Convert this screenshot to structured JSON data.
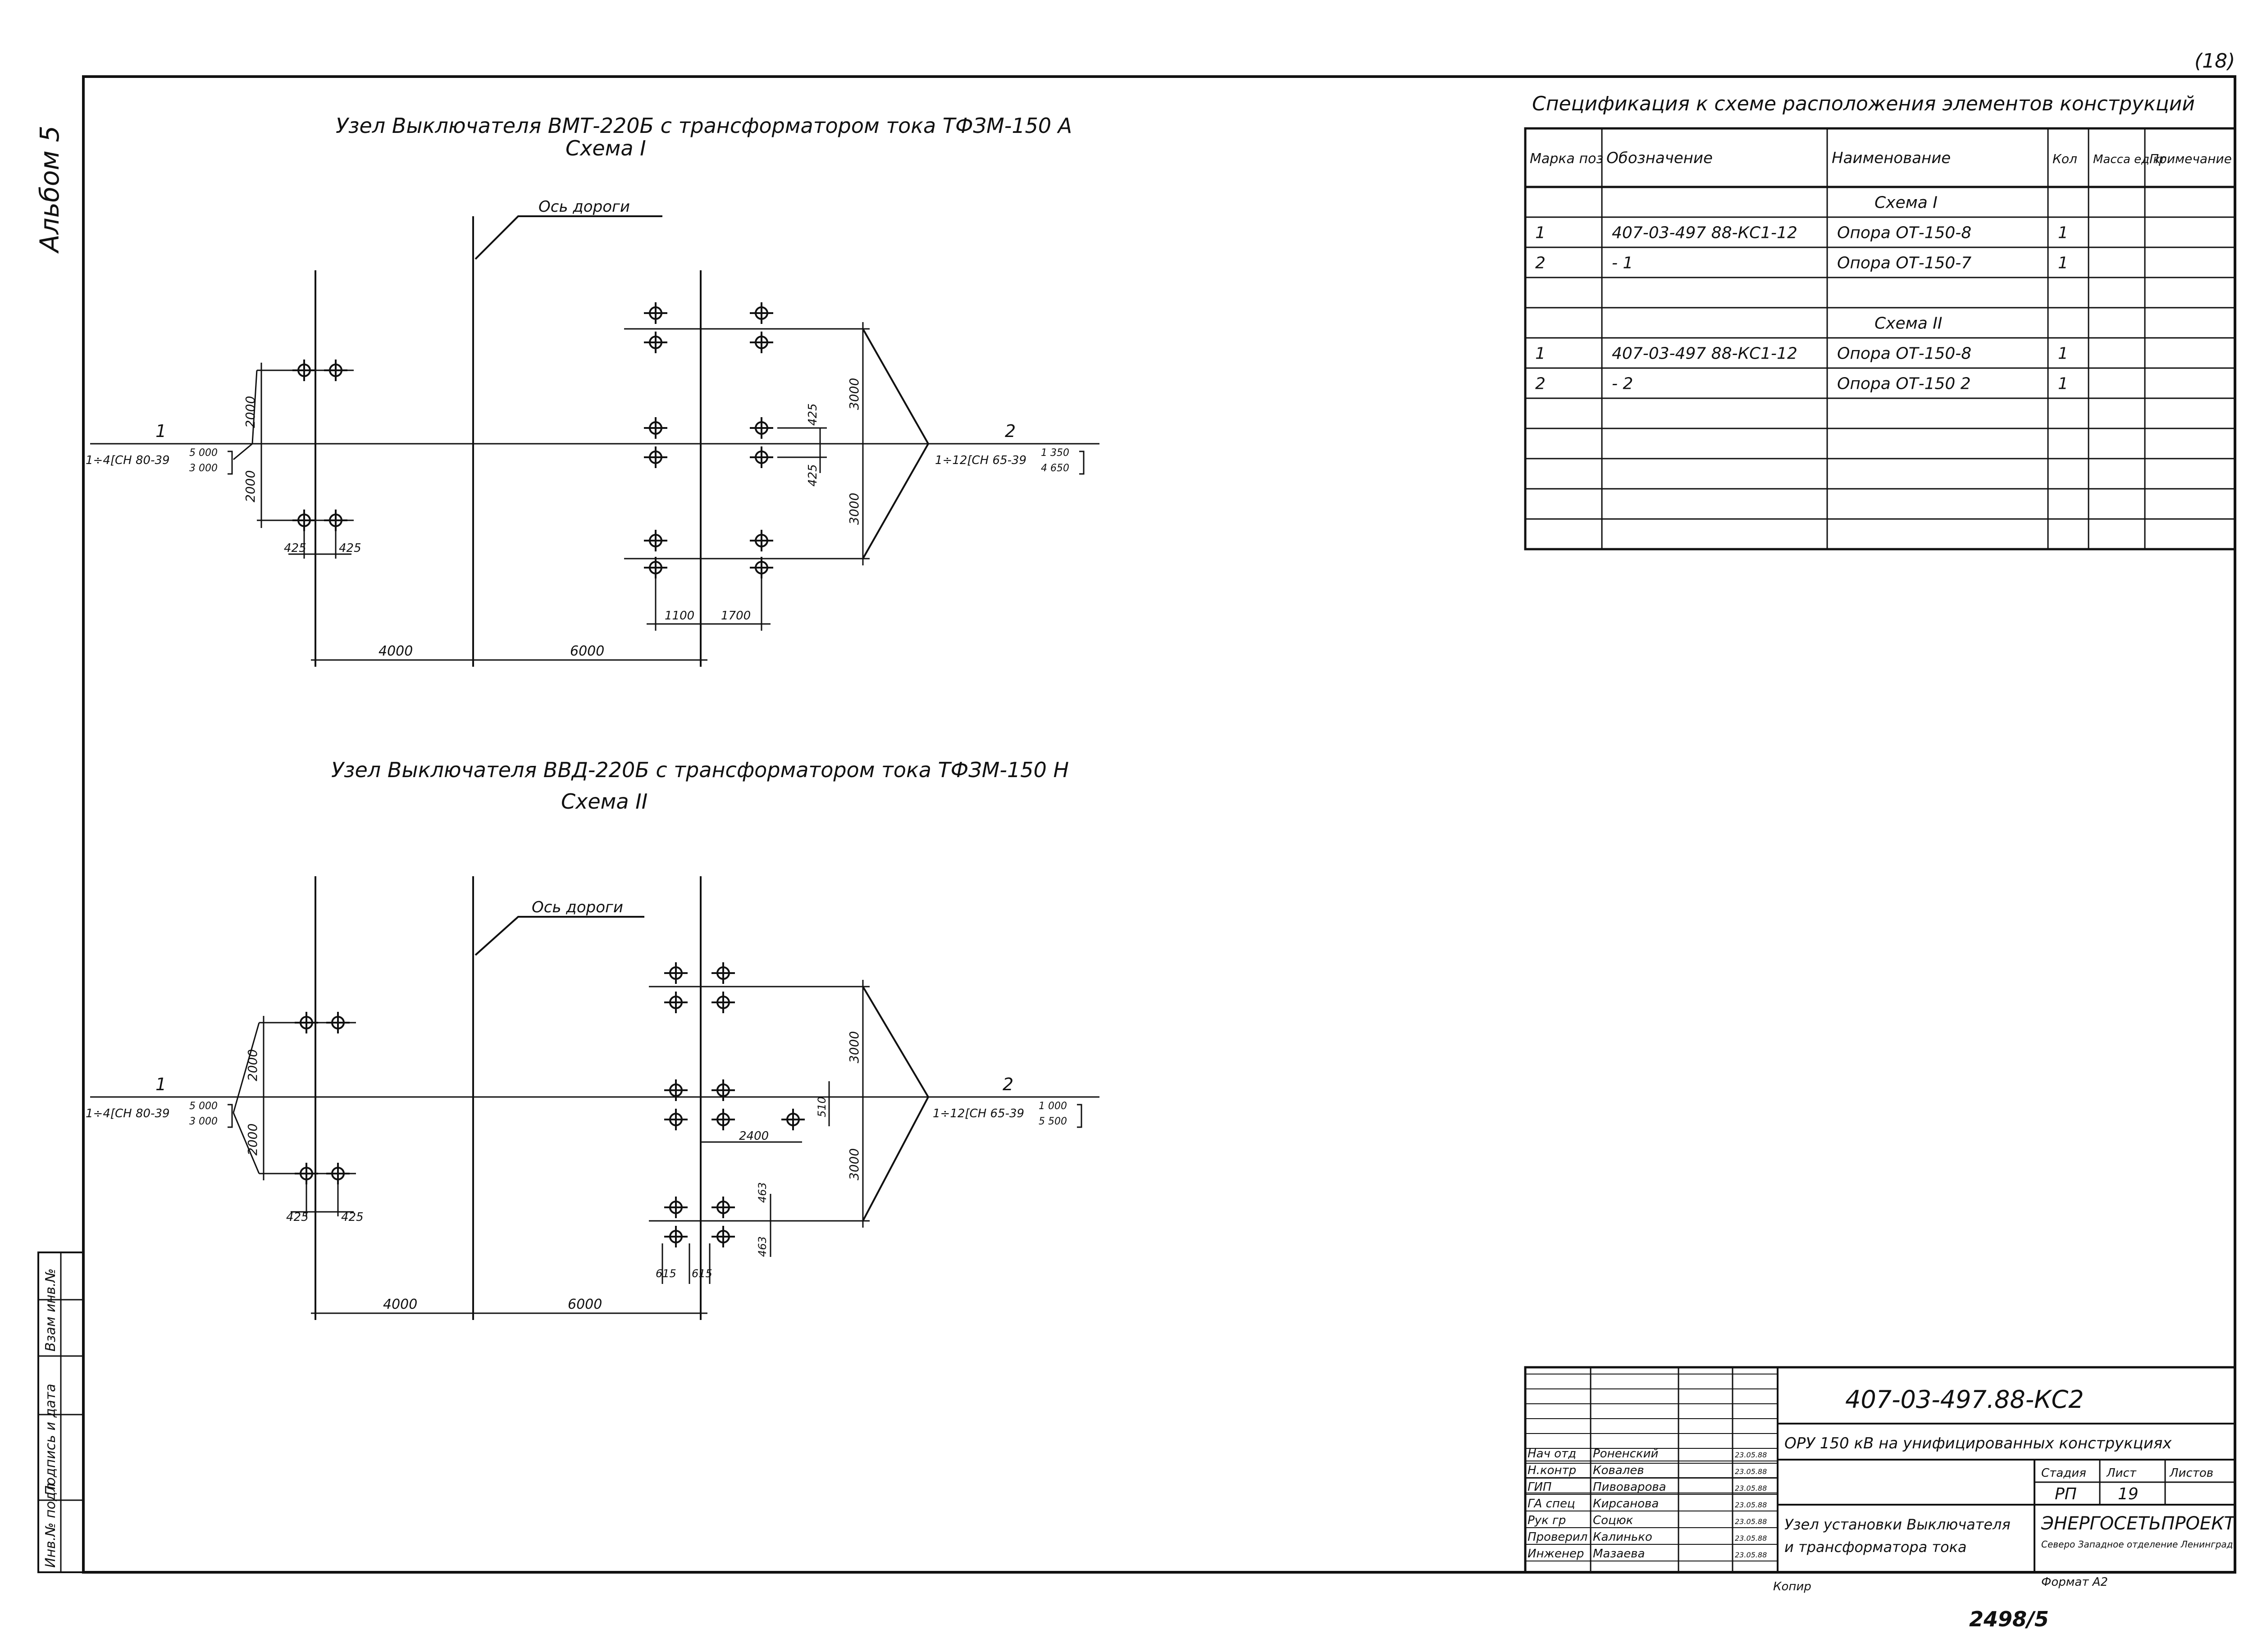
{
  "corner": {
    "sheet_mark": "(18)",
    "album": "Альбом 5"
  },
  "scheme1": {
    "title": "Узел Выключателя ВМТ-220Б с трансформатором тока ТФЗМ-150 А",
    "subtitle": "Схема I",
    "road_axis": "Ось дороги",
    "label_left_num": "1",
    "label_left_code": "1÷4[СН 80-39",
    "label_left_top": "5 000",
    "label_left_bot": "3 000",
    "label_right_num": "2",
    "label_right_code": "1÷12[СН 65-39",
    "label_right_top": "1 350",
    "label_right_bot": "4 650",
    "dims": {
      "v_left_top": "2000",
      "v_left_bot": "2000",
      "h_425_a": "425",
      "h_425_b": "425",
      "v_right_top": "3000",
      "v_right_bot": "3000",
      "v_425_a": "425",
      "v_425_b": "425",
      "h_1100": "1100",
      "h_1700": "1700",
      "bottom_4000": "4000",
      "bottom_6000": "6000"
    }
  },
  "scheme2": {
    "title": "Узел Выключателя ВВД-220Б с трансформатором тока ТФЗМ-150 Н",
    "subtitle": "Схема II",
    "road_axis": "Ось дороги",
    "label_left_num": "1",
    "label_left_code": "1÷4[СН 80-39",
    "label_left_top": "5 000",
    "label_left_bot": "3 000",
    "label_right_num": "2",
    "label_right_code": "1÷12[СН 65-39",
    "label_right_top": "1 000",
    "label_right_bot": "5 500",
    "dims": {
      "v_left_top": "2000",
      "v_left_bot": "2000",
      "h_425_a": "425",
      "h_425_b": "425",
      "v_right_top": "3000",
      "v_right_bot": "3000",
      "h_2400": "2400",
      "v_510": "510",
      "v_463_a": "463",
      "v_463_b": "463",
      "h_615_a": "615",
      "h_615_b": "615",
      "bottom_4000": "4000",
      "bottom_6000": "6000"
    }
  },
  "spec": {
    "title": "Спецификация к схеме расположения элементов конструкций",
    "headers": [
      "Марка поз",
      "Обозначение",
      "Наименование",
      "Кол",
      "Масса ед кг",
      "Примечание"
    ],
    "rows": [
      [
        "",
        "",
        "Схема I",
        "",
        "",
        ""
      ],
      [
        "1",
        "407-03-497 88-КС1-12",
        "Опора ОТ-150-8",
        "1",
        "",
        ""
      ],
      [
        "2",
        "- 1",
        "Опора ОТ-150-7",
        "1",
        "",
        ""
      ],
      [
        "",
        "",
        "",
        "",
        "",
        ""
      ],
      [
        "",
        "",
        "Схема II",
        "",
        "",
        ""
      ],
      [
        "1",
        "407-03-497 88-КС1-12",
        "Опора ОТ-150-8",
        "1",
        "",
        ""
      ],
      [
        "2",
        "- 2",
        "Опора ОТ-150 2",
        "1",
        "",
        ""
      ],
      [
        "",
        "",
        "",
        "",
        "",
        ""
      ],
      [
        "",
        "",
        "",
        "",
        "",
        ""
      ],
      [
        "",
        "",
        "",
        "",
        "",
        ""
      ],
      [
        "",
        "",
        "",
        "",
        "",
        ""
      ],
      [
        "",
        "",
        "",
        "",
        "",
        ""
      ]
    ]
  },
  "stamp": {
    "code": "407-03-497.88-КС2",
    "project": "ОРУ 150 кВ на унифицированных конструкциях",
    "sheet_title": "Узел установки Выключателя и трансформатора тока",
    "roles": [
      [
        "Нач отд",
        "Роненский",
        "23.05.88"
      ],
      [
        "Н.контр",
        "Ковалев",
        "23.05.88"
      ],
      [
        "ГИП",
        "Пивоварова",
        "23.05.88"
      ],
      [
        "ГА спец",
        "Кирсанова",
        "23.05.88"
      ],
      [
        "Рук гр",
        "Соцюк",
        "23.05.88"
      ],
      [
        "Проверил",
        "Калинько",
        "23.05.88"
      ],
      [
        "Инженер",
        "Мазаева",
        "23.05.88"
      ]
    ],
    "stage_label": "Стадия",
    "sheet_label": "Лист",
    "sheets_label": "Листов",
    "stage": "РП",
    "sheet": "19",
    "org": "ЭНЕРГОСЕТЬПРОЕКТ",
    "org_sub": "Северо Западное отделение Ленинград",
    "copied": "Копир",
    "format": "Формат А2"
  },
  "side_stamp": [
    "Инв.№ подл",
    "Подпись и дата",
    "Взам инв.№"
  ],
  "bottom_number": "2498/5"
}
